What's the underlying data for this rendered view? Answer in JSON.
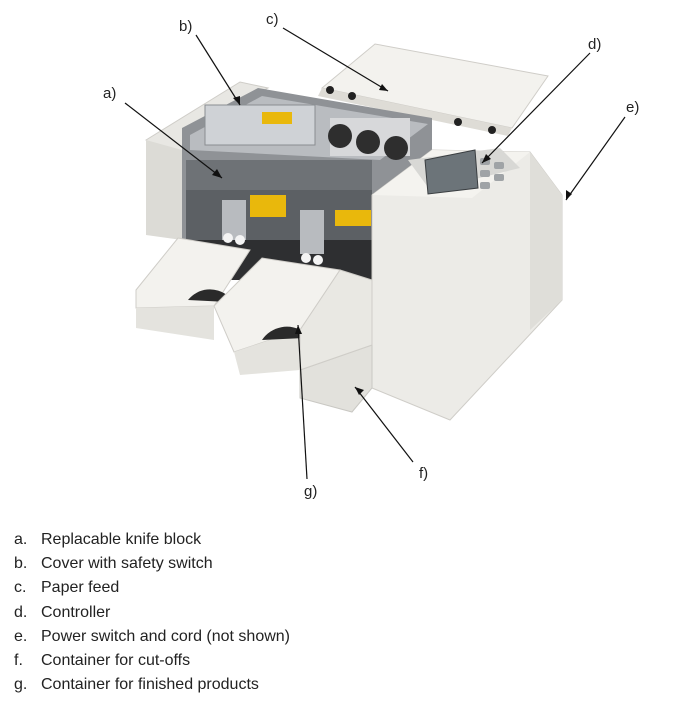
{
  "callouts": {
    "a": "a)",
    "b": "b)",
    "c": "c)",
    "d": "d)",
    "e": "e)",
    "f": "f)",
    "g": "g)"
  },
  "legend": [
    {
      "marker": "a.",
      "text": "Replacable knife block"
    },
    {
      "marker": "b.",
      "text": "Cover with safety switch"
    },
    {
      "marker": "c.",
      "text": "Paper feed"
    },
    {
      "marker": "d.",
      "text": "Controller"
    },
    {
      "marker": "e.",
      "text": "Power switch and cord (not shown)"
    },
    {
      "marker": "f.",
      "text": "Container for cut-offs"
    },
    {
      "marker": "g.",
      "text": "Container for finished products"
    }
  ],
  "colors": {
    "body": "#ecebe7",
    "shadow": "#c9c8c3",
    "metal": "#9ea0a3",
    "dark": "#3a3a3a",
    "screen": "#6c7479",
    "warning": "#e9b80c"
  }
}
